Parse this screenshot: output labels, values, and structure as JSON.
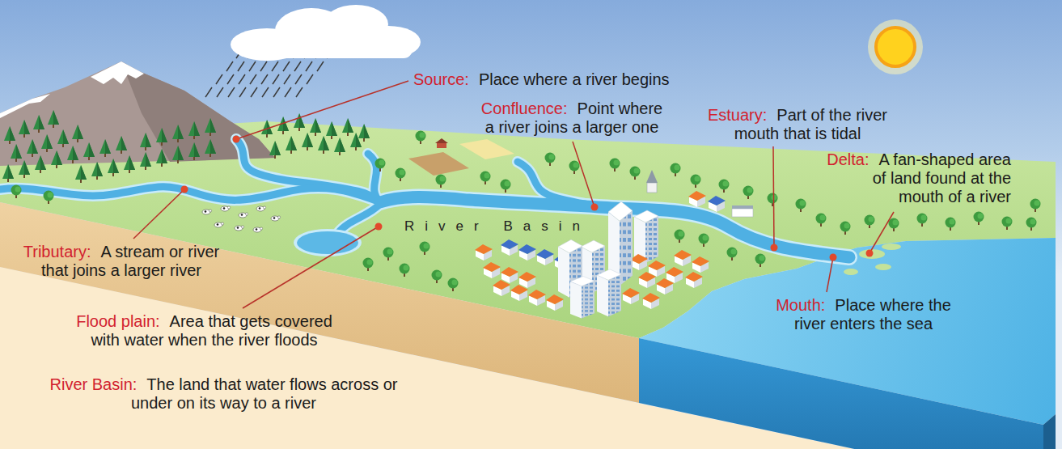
{
  "diagram": {
    "labels": [
      "Source:",
      "Place where a river begins",
      "Confluence:",
      "Point where a river joins a larger one",
      "Estuary:",
      "Part of the river mouth that is tidal",
      "Delta:",
      "A fan-shaped area of land found at the mouth of a river",
      "River Basin",
      "Tributary:",
      "A stream or river that joins a larger river",
      "Flood plain:",
      "Area that gets covered with water when the river floods",
      "Mouth:",
      "Place where the river enters the sea",
      "River Basin:",
      "The land that water flows across or under on its way to a river"
    ]
  }
}
